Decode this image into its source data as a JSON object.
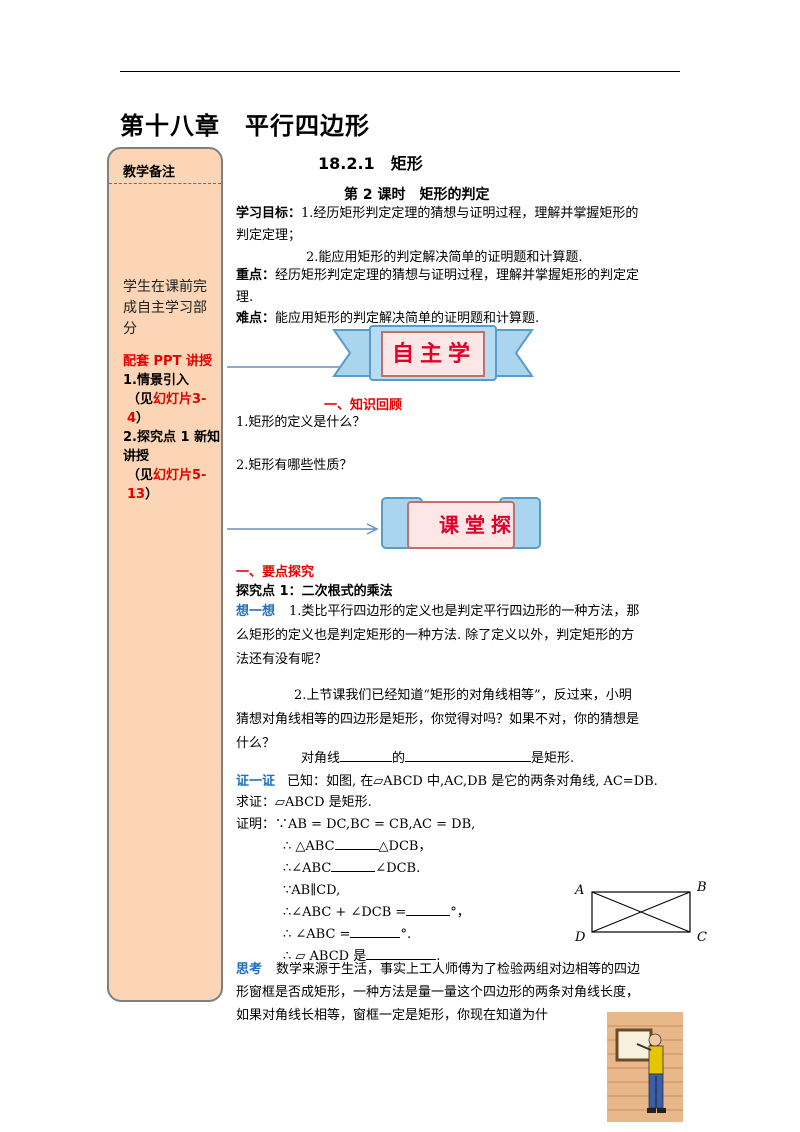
{
  "chapter_title": "第十八章　平行四边形",
  "sidebar": {
    "header": "教学备注",
    "note": "学生在课前完成自主学习部分",
    "guide_prefix": "配套 PPT 讲授",
    "item1_label": "1.情景引入",
    "item1_open": "（见",
    "item1_ref": "幻灯片3-4",
    "item1_close": "）",
    "item2_label": "2.探究点 1 新知讲授",
    "item2_open": "（见",
    "item2_ref": "幻灯片5-13",
    "item2_close": "）"
  },
  "section_title": "18.2.1　矩形",
  "lesson_title": "第 2 课时　矩形的判定",
  "objectives": {
    "label": "学习目标：",
    "line1": "1.经历矩形判定定理的猜想与证明过程，理解并掌握矩形的",
    "line1b": "判定定理；",
    "line2": "2.能应用矩形的判定解决简单的证明题和计算题."
  },
  "key_point": {
    "label": "重点：",
    "text": "经历矩形判定定理的猜想与证明过程，理解并掌握矩形的判定定",
    "text2": "理."
  },
  "difficulty": {
    "label": "难点：",
    "text": "能应用矩形的判定解决简单的证明题和计算题."
  },
  "banner1": "自主学习",
  "banner2": "课堂探究",
  "knowledge_review": {
    "heading": "一、知识回顾",
    "q1": "1.矩形的定义是什么？",
    "q2": "2.矩形有哪些性质？"
  },
  "explore": {
    "heading": "一、要点探究",
    "point1": "探究点 1：二次根式的乘法",
    "think_label": "想一想",
    "think_l1": "1.类比平行四边形的定义也是判定平行四边形的一种方法，那",
    "think_l2": "么矩形的定义也是判定矩形的一种方法. 除了定义以外，判定矩形的方",
    "think_l3": "法还有没有呢？",
    "q2_l1": "2.上节课我们已经知道“矩形的对角线相等”，反过来，小明",
    "q2_l2": "猜想对角线相等的四边形是矩形，你觉得对吗？如果不对，你的猜想是",
    "q2_l3": "什么？",
    "fill_a": "对角线",
    "fill_b": "的",
    "fill_c": "是矩形."
  },
  "proof": {
    "label": "证一证",
    "given": "已知：如图, 在▱ABCD 中,AC,DB 是它的两条对角线, AC=DB.",
    "prove": "求证：▱ABCD 是矩形.",
    "l1": "证明：∵AB = DC,BC = CB,AC = DB,",
    "l2a": "∴ △ABC",
    "l2b": "△DCB，",
    "l3a": "∴∠ABC",
    "l3b": "∠DCB.",
    "l4": "∵AB∥CD,",
    "l5a": "∴∠ABC + ∠DCB =",
    "l5b": "°，",
    "l6a": "∴ ∠ABC =",
    "l6b": "°.",
    "l7a": "∴ ▱ ABCD 是",
    "l7b": "."
  },
  "figure_labels": {
    "a": "A",
    "b": "B",
    "c": "C",
    "d": "D"
  },
  "think": {
    "label": "思考",
    "l1": "数学来源于生活，事实上工人师傅为了检验两组对边相等的四边",
    "l2": "形窗框是否成矩形，一种方法是量一量这个四边形的两条对角线长度，",
    "l3": "如果对角线长相等，窗框一定是矩形，你现在知道为什"
  }
}
